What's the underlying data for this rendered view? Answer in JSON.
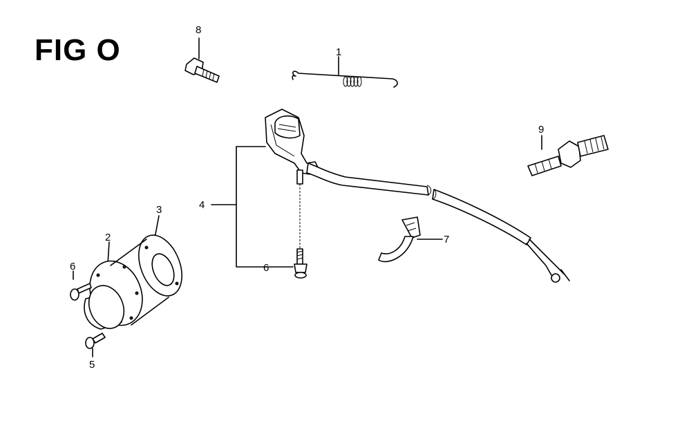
{
  "figure": {
    "title": "FIG O"
  },
  "callouts": {
    "c1": "1",
    "c2": "2",
    "c3": "3",
    "c4": "4",
    "c5": "5",
    "c6a": "6",
    "c6b": "6",
    "c7": "7",
    "c8": "8",
    "c9": "9"
  }
}
